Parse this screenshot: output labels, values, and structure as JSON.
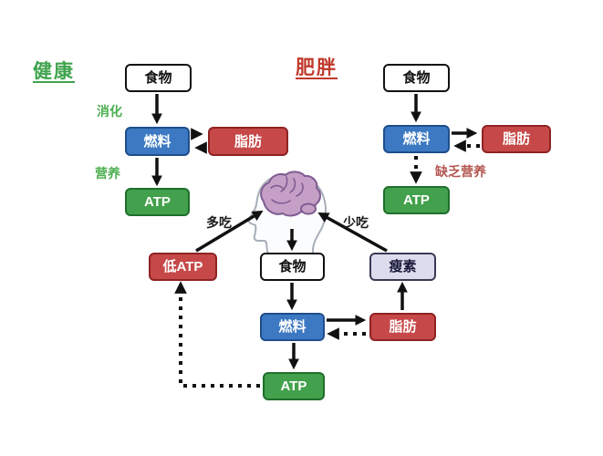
{
  "colors": {
    "blue-fill": "#3c79c2",
    "blue-border": "#1e4e8c",
    "red-fill": "#c64848",
    "red-border": "#8f2323",
    "green-fill": "#43a04c",
    "green-border": "#1f6f2c",
    "lavender-fill": "#dcdcee",
    "lavender-border": "#3a3a55",
    "white-fill": "#ffffff",
    "white-border": "#111111",
    "healthy-accent": "#3fa34d",
    "obese-accent": "#c0392b",
    "label-green": "#4caf50",
    "label-red": "#b35550",
    "arrow-color": "#111111",
    "head-stroke": "#a7aeb9",
    "brain-fill": "#c59fc5",
    "brain-stroke": "#7f5c93"
  },
  "healthy": {
    "title": "健康",
    "food": "食物",
    "digestion": "消化",
    "fuel": "燃料",
    "fat": "脂肪",
    "nutrition": "营养",
    "atp": "ATP"
  },
  "obese": {
    "title": "肥胖",
    "food": "食物",
    "fuel": "燃料",
    "fat": "脂肪",
    "lack_nutrition": "缺乏营养",
    "atp": "ATP"
  },
  "center": {
    "eat_more": "多吃",
    "eat_less": "少吃",
    "low_atp": "低ATP",
    "food": "食物",
    "leptin": "瘦素",
    "fuel": "燃料",
    "fat": "脂肪",
    "atp": "ATP"
  }
}
